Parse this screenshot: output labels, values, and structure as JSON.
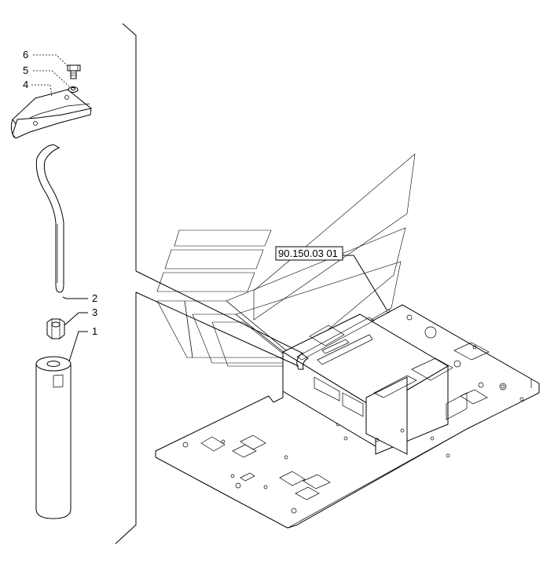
{
  "callouts": [
    {
      "id": "6",
      "text": "6"
    },
    {
      "id": "5",
      "text": "5"
    },
    {
      "id": "4",
      "text": "4"
    },
    {
      "id": "2",
      "text": "2"
    },
    {
      "id": "3",
      "text": "3"
    },
    {
      "id": "1",
      "text": "1"
    }
  ],
  "reference": {
    "text": "90.150.03 01"
  }
}
